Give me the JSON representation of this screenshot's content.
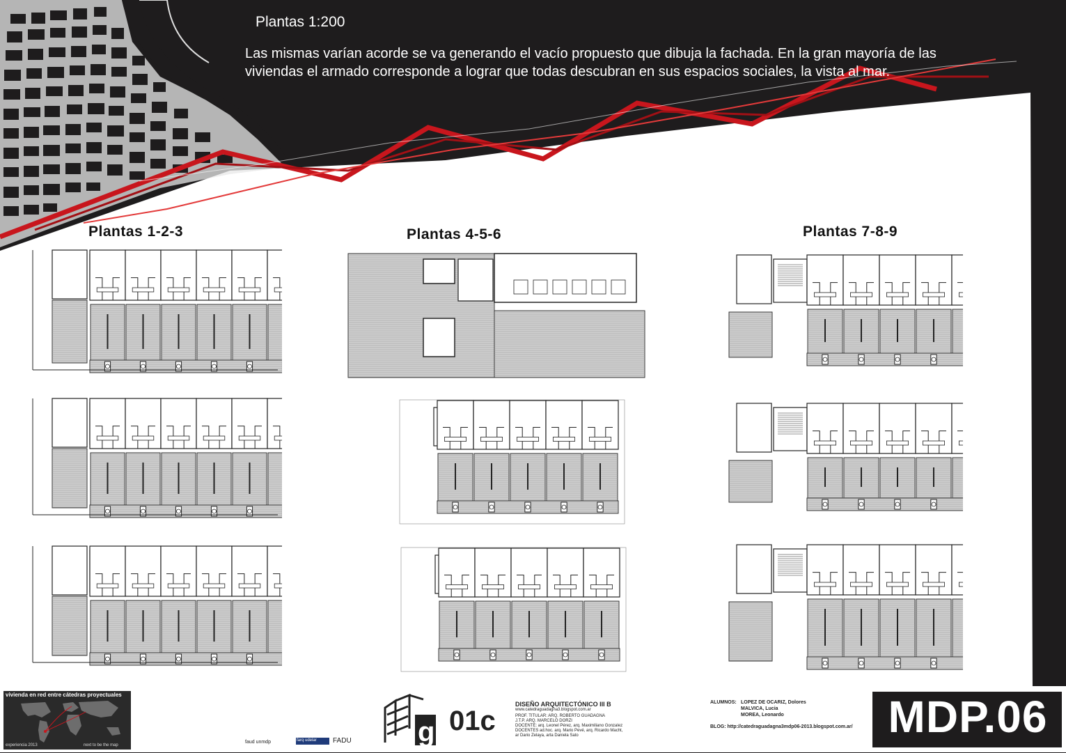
{
  "header": {
    "subtitle": "Plantas 1:200",
    "description": "Las mismas varían acorde se va generando el vacío propuesto que dibuja la fachada. En la gran mayoría de las viviendas el armado corresponde a lograr que todas descubran en sus espacios sociales, la vista al mar."
  },
  "sections": [
    {
      "title": "Plantas 1-2-3"
    },
    {
      "title": "Plantas 4-5-6"
    },
    {
      "title": "Plantas 7-8-9"
    }
  ],
  "footer": {
    "map_title": "vivienda en red entre cátedras proyectuales",
    "map_bottom_left": "experiencia 2013",
    "map_bottom_right": "next to be the map",
    "logos": [
      "faud unmdp",
      "farq udelar",
      "FADU"
    ],
    "course_code": "01c",
    "course_name": "DISEÑO ARQUITECTÓNICO III B",
    "course_blog": "www.catedraguadagna3.blogspot.com.ar",
    "staff": [
      "PROF. TITULAR: ARQ. ROBERTO GUADAGNA",
      "J.T.P. ARQ. MARCELO DORZI",
      "DOCENTE: arq. Leonel Pérez, arq. Maximiliano Gonzalez",
      "DOCENTES ad.hoc. arq. Mario Pevé, arq. Ricardo Macht,",
      "ar Dario Zelaya, arta Daniela Sato"
    ],
    "students_label": "ALUMNOS:",
    "students": [
      "LOPEZ DE OCARIZ, Dolores",
      "MALVICA, Lucia",
      "MOREA, Leonardo"
    ],
    "blog": "BLOG: http://catedraguadagna3mdp06-2013.blogspot.com.ar/",
    "project_code": "MDP.06"
  },
  "colors": {
    "background": "#1e1c1d",
    "sheet": "#ffffff",
    "accent_red": "#c8161d",
    "plan_gray": "#cfcfcf"
  }
}
